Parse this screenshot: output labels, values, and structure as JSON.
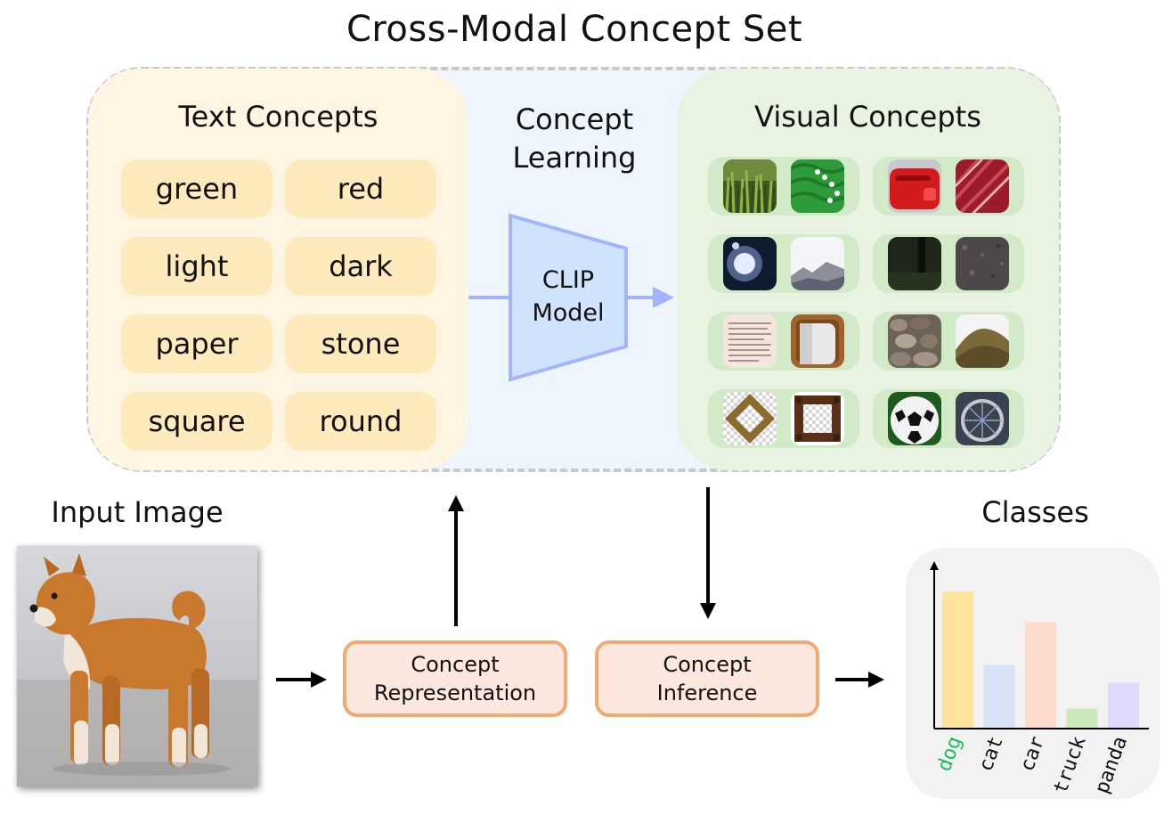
{
  "title": "Cross-Modal Concept Set",
  "text_concepts": {
    "title": "Text Concepts",
    "chips": [
      "green",
      "red",
      "light",
      "dark",
      "paper",
      "stone",
      "square",
      "round"
    ]
  },
  "learning": {
    "label_line1": "Concept",
    "label_line2": "Learning",
    "model_line1": "CLIP",
    "model_line2": "Model"
  },
  "visual_concepts": {
    "title": "Visual Concepts",
    "thumbnails": [
      [
        "grass-texture",
        "green-knit-texture"
      ],
      [
        "red-toaster",
        "red-woven-fabric"
      ],
      [
        "bright-light-flare",
        "mountain-sky"
      ],
      [
        "dark-forest",
        "dark-gravel"
      ],
      [
        "printed-paper",
        "paper-towel-roll"
      ],
      [
        "stone-pile",
        "grassy-hill"
      ],
      [
        "square-frame-checker",
        "square-wooden-frame"
      ],
      [
        "soccer-ball",
        "wheelchair-wheel"
      ]
    ]
  },
  "input": {
    "label": "Input Image"
  },
  "representation": {
    "line1": "Concept",
    "line2": "Representation"
  },
  "inference": {
    "line1": "Concept",
    "line2": "Inference"
  },
  "classes": {
    "label": "Classes"
  },
  "chart_data": {
    "type": "bar",
    "categories": [
      "dog",
      "cat",
      "car",
      "truck",
      "panda"
    ],
    "values": [
      0.95,
      0.44,
      0.74,
      0.14,
      0.32
    ],
    "ylim": [
      0,
      1.1
    ],
    "title": "",
    "xlabel": "",
    "ylabel": "",
    "colors": [
      "#fde49a",
      "#dae3f5",
      "#fddccd",
      "#cce8bd",
      "#e0dafd"
    ],
    "label_colors": [
      "#1db954",
      "#111111",
      "#111111",
      "#111111",
      "#111111"
    ]
  },
  "colors": {
    "text_panel": "#fef5e2",
    "chip": "#feeabd",
    "learning_bg": "#eef5fd",
    "clip_fill": "#cfe3fc",
    "clip_stroke": "#a2b5fc",
    "visual_panel": "#e8f3e2",
    "visual_pair": "#d3eac9",
    "box_fill": "#fee7de",
    "box_border": "#efab73"
  }
}
